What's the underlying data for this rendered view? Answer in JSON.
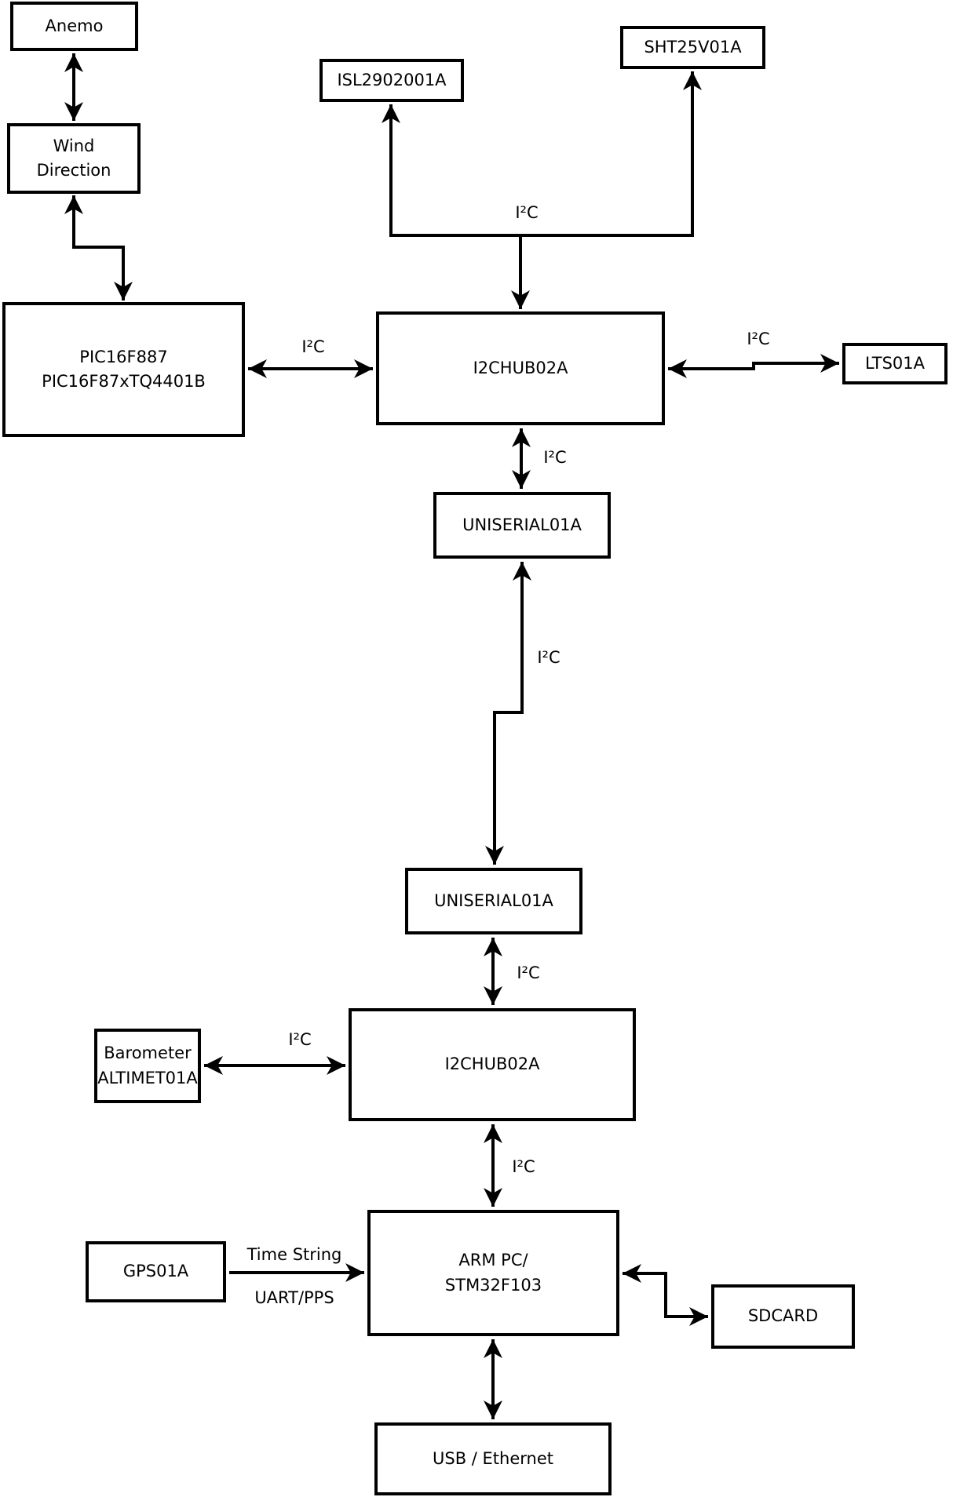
{
  "diagram": {
    "colors": {
      "background": "#ffffff",
      "line": "#000000",
      "box_fill": "#ffffff",
      "text": "#000000"
    },
    "boxes": {
      "anemo": {
        "label": "Anemo"
      },
      "wind": {
        "line1": "Wind",
        "line2": "Direction"
      },
      "pic": {
        "line1": "PIC16F887",
        "line2": "PIC16F87xTQ4401B"
      },
      "isl": {
        "label": "ISL2902001A"
      },
      "sht": {
        "label": "SHT25V01A"
      },
      "hub_top": {
        "label": "I2CHUB02A"
      },
      "lts": {
        "label": "LTS01A"
      },
      "uniserial_top": {
        "label": "UNISERIAL01A"
      },
      "uniserial_bottom": {
        "label": "UNISERIAL01A"
      },
      "barometer": {
        "line1": "Barometer",
        "line2": "ALTIMET01A"
      },
      "hub_bottom": {
        "label": "I2CHUB02A"
      },
      "gps": {
        "label": "GPS01A"
      },
      "arm": {
        "line1": "ARM PC/",
        "line2": "STM32F103"
      },
      "sdcard": {
        "label": "SDCARD"
      },
      "usb": {
        "label": "USB / Ethernet"
      }
    },
    "connection_labels": {
      "bus_top": "I²C",
      "pic_hub": "I²C",
      "hub_lts": "I²C",
      "hub_uniserial": "I²C",
      "uniserial_link": "I²C",
      "uniserial_hub2": "I²C",
      "baro_hub2": "I²C",
      "hub2_arm": "I²C",
      "gps_arm_top": "Time String",
      "gps_arm_bottom": "UART/PPS"
    }
  }
}
